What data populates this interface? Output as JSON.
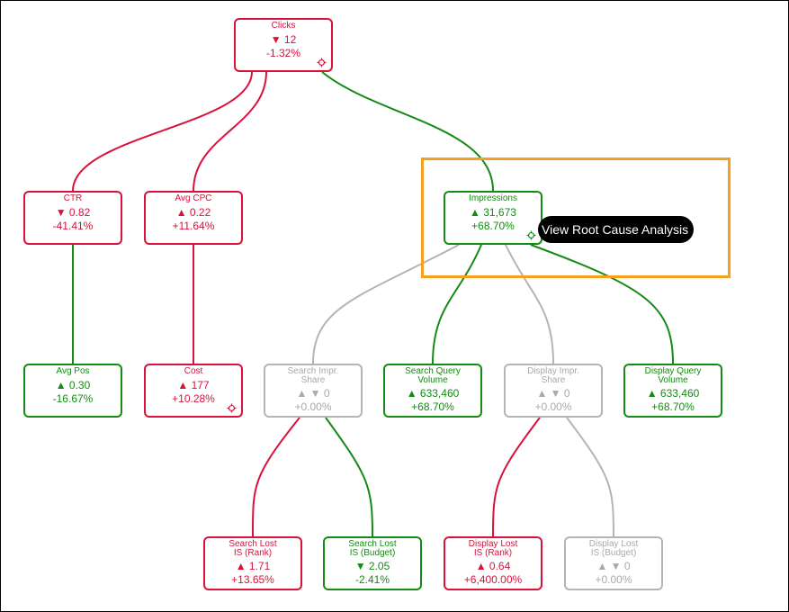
{
  "tooltip": {
    "text": "View Root Cause Analysis"
  },
  "nodes": {
    "clicks": {
      "label": "Clicks",
      "value": "▼ 12",
      "change": "-1.32%"
    },
    "ctr": {
      "label": "CTR",
      "value": "▼ 0.82",
      "change": "-41.41%"
    },
    "avg_cpc": {
      "label": "Avg CPC",
      "value": "▲ 0.22",
      "change": "+11.64%"
    },
    "impressions": {
      "label": "Impressions",
      "value": "▲ 31,673",
      "change": "+68.70%"
    },
    "avg_pos": {
      "label": "Avg Pos",
      "value": "▲ 0.30",
      "change": "-16.67%"
    },
    "cost": {
      "label": "Cost",
      "value": "▲ 177",
      "change": "+10.28%"
    },
    "search_impr_share": {
      "label_line1": "Search Impr.",
      "label_line2": "Share",
      "value": "▲ ▼ 0",
      "change": "+0.00%"
    },
    "search_query_volume": {
      "label_line1": "Search Query",
      "label_line2": "Volume",
      "value": "▲ 633,460",
      "change": "+68.70%"
    },
    "display_impr_share": {
      "label_line1": "Display Impr.",
      "label_line2": "Share",
      "value": "▲ ▼ 0",
      "change": "+0.00%"
    },
    "display_query_volume": {
      "label_line1": "Display Query",
      "label_line2": "Volume",
      "value": "▲ 633,460",
      "change": "+68.70%"
    },
    "search_lost_is_rank": {
      "label_line1": "Search Lost",
      "label_line2": "IS (Rank)",
      "value": "▲ 1.71",
      "change": "+13.65%"
    },
    "search_lost_is_budget": {
      "label_line1": "Search Lost",
      "label_line2": "IS (Budget)",
      "value": "▼ 2.05",
      "change": "-2.41%"
    },
    "display_lost_is_rank": {
      "label_line1": "Display Lost",
      "label_line2": "IS (Rank)",
      "value": "▲ 0.64",
      "change": "+6,400.00%"
    },
    "display_lost_is_budget": {
      "label_line1": "Display Lost",
      "label_line2": "IS (Budget)",
      "value": "▲ ▼ 0",
      "change": "+0.00%"
    }
  },
  "colors": {
    "negative": "#d9123a",
    "positive": "#158a15",
    "neutral": "#b4b4b4",
    "highlight": "#f5a020",
    "tooltip_bg": "#000000"
  },
  "icons": {
    "node_action": "crosshair-move-icon"
  }
}
